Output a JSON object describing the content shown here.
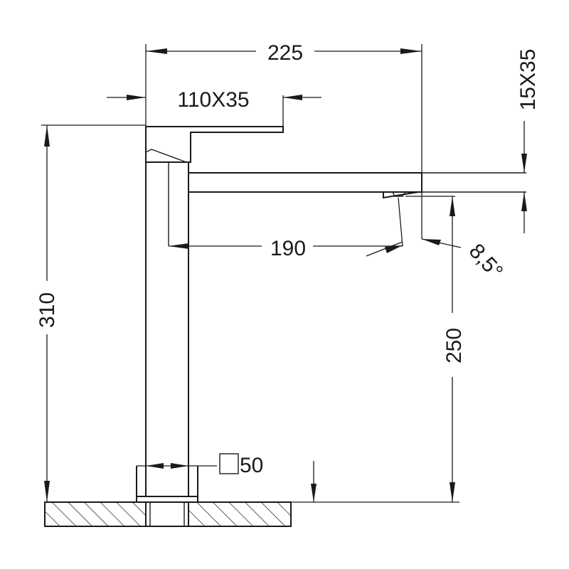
{
  "dimensions": {
    "overall_width": "225",
    "handle_size": "110X35",
    "spout_section": "15X35",
    "overall_height": "310",
    "spout_reach": "190",
    "spout_angle": "8,5°",
    "spout_height": "250",
    "base_square": "50"
  },
  "colors": {
    "line": "#1a1a1a",
    "background": "#ffffff"
  }
}
